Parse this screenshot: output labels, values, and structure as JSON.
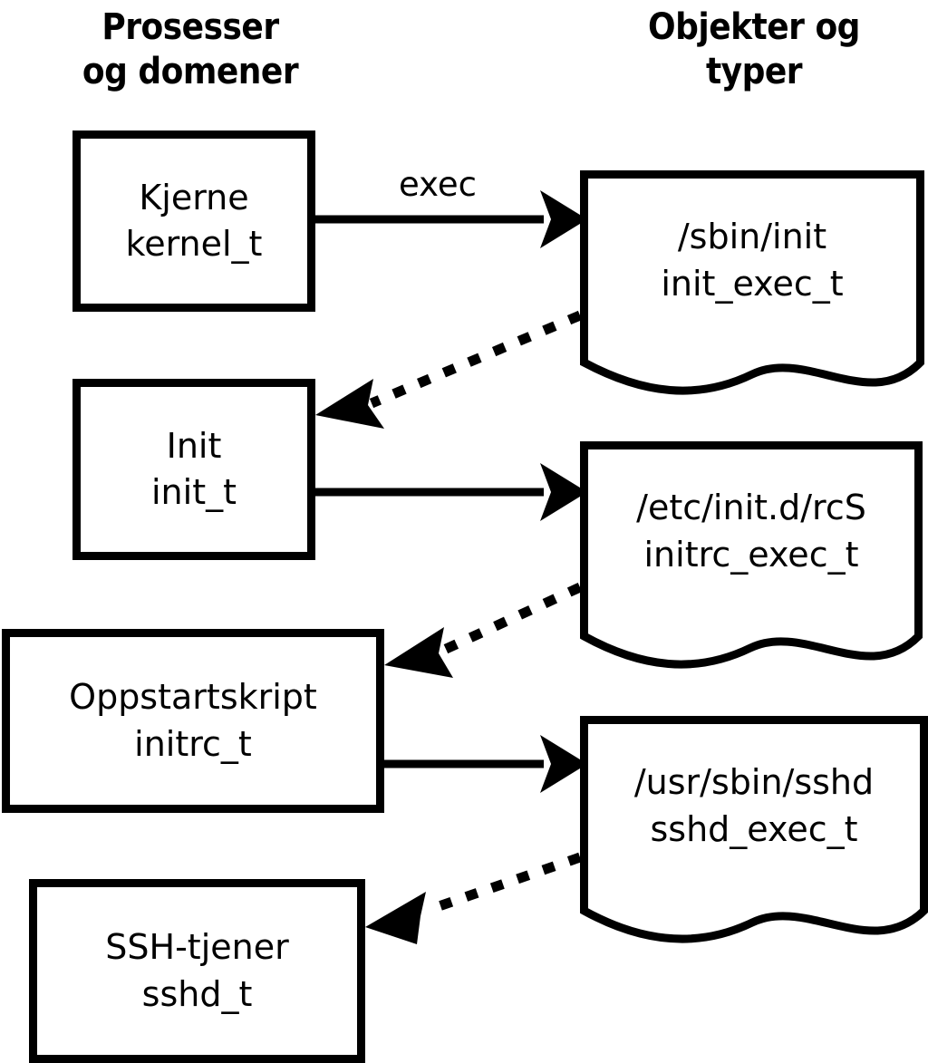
{
  "diagram": {
    "title_hidden": "",
    "headers": {
      "left": "Prosesser\nog domener",
      "right": "Objekter og\ntyper"
    },
    "colors": {
      "stroke": "#000000",
      "fill": "#ffffff",
      "background": "#ffffff"
    },
    "process_boxes": [
      {
        "name": "Kjerne",
        "type": "kernel_t"
      },
      {
        "name": "Init",
        "type": "init_t"
      },
      {
        "name": "Oppstartskript",
        "type": "initrc_t"
      },
      {
        "name": "SSH-tjener",
        "type": "sshd_t"
      }
    ],
    "object_docs": [
      {
        "path": "/sbin/init",
        "type": "init_exec_t"
      },
      {
        "path": "/etc/init.d/rcS",
        "type": "initrc_exec_t"
      },
      {
        "path": "/usr/sbin/sshd",
        "type": "sshd_exec_t"
      }
    ],
    "edges": [
      {
        "from": "Kjerne",
        "to": "/sbin/init",
        "label": "exec",
        "style": "solid"
      },
      {
        "from": "/sbin/init",
        "to": "Init",
        "label": "",
        "style": "dotted"
      },
      {
        "from": "Init",
        "to": "/etc/init.d/rcS",
        "label": "",
        "style": "solid"
      },
      {
        "from": "/etc/init.d/rcS",
        "to": "Oppstartskript",
        "label": "",
        "style": "dotted"
      },
      {
        "from": "Oppstartskript",
        "to": "/usr/sbin/sshd",
        "label": "",
        "style": "solid"
      },
      {
        "from": "/usr/sbin/sshd",
        "to": "SSH-tjener",
        "label": "",
        "style": "dotted"
      }
    ],
    "edge_labels": {
      "exec": "exec"
    }
  }
}
